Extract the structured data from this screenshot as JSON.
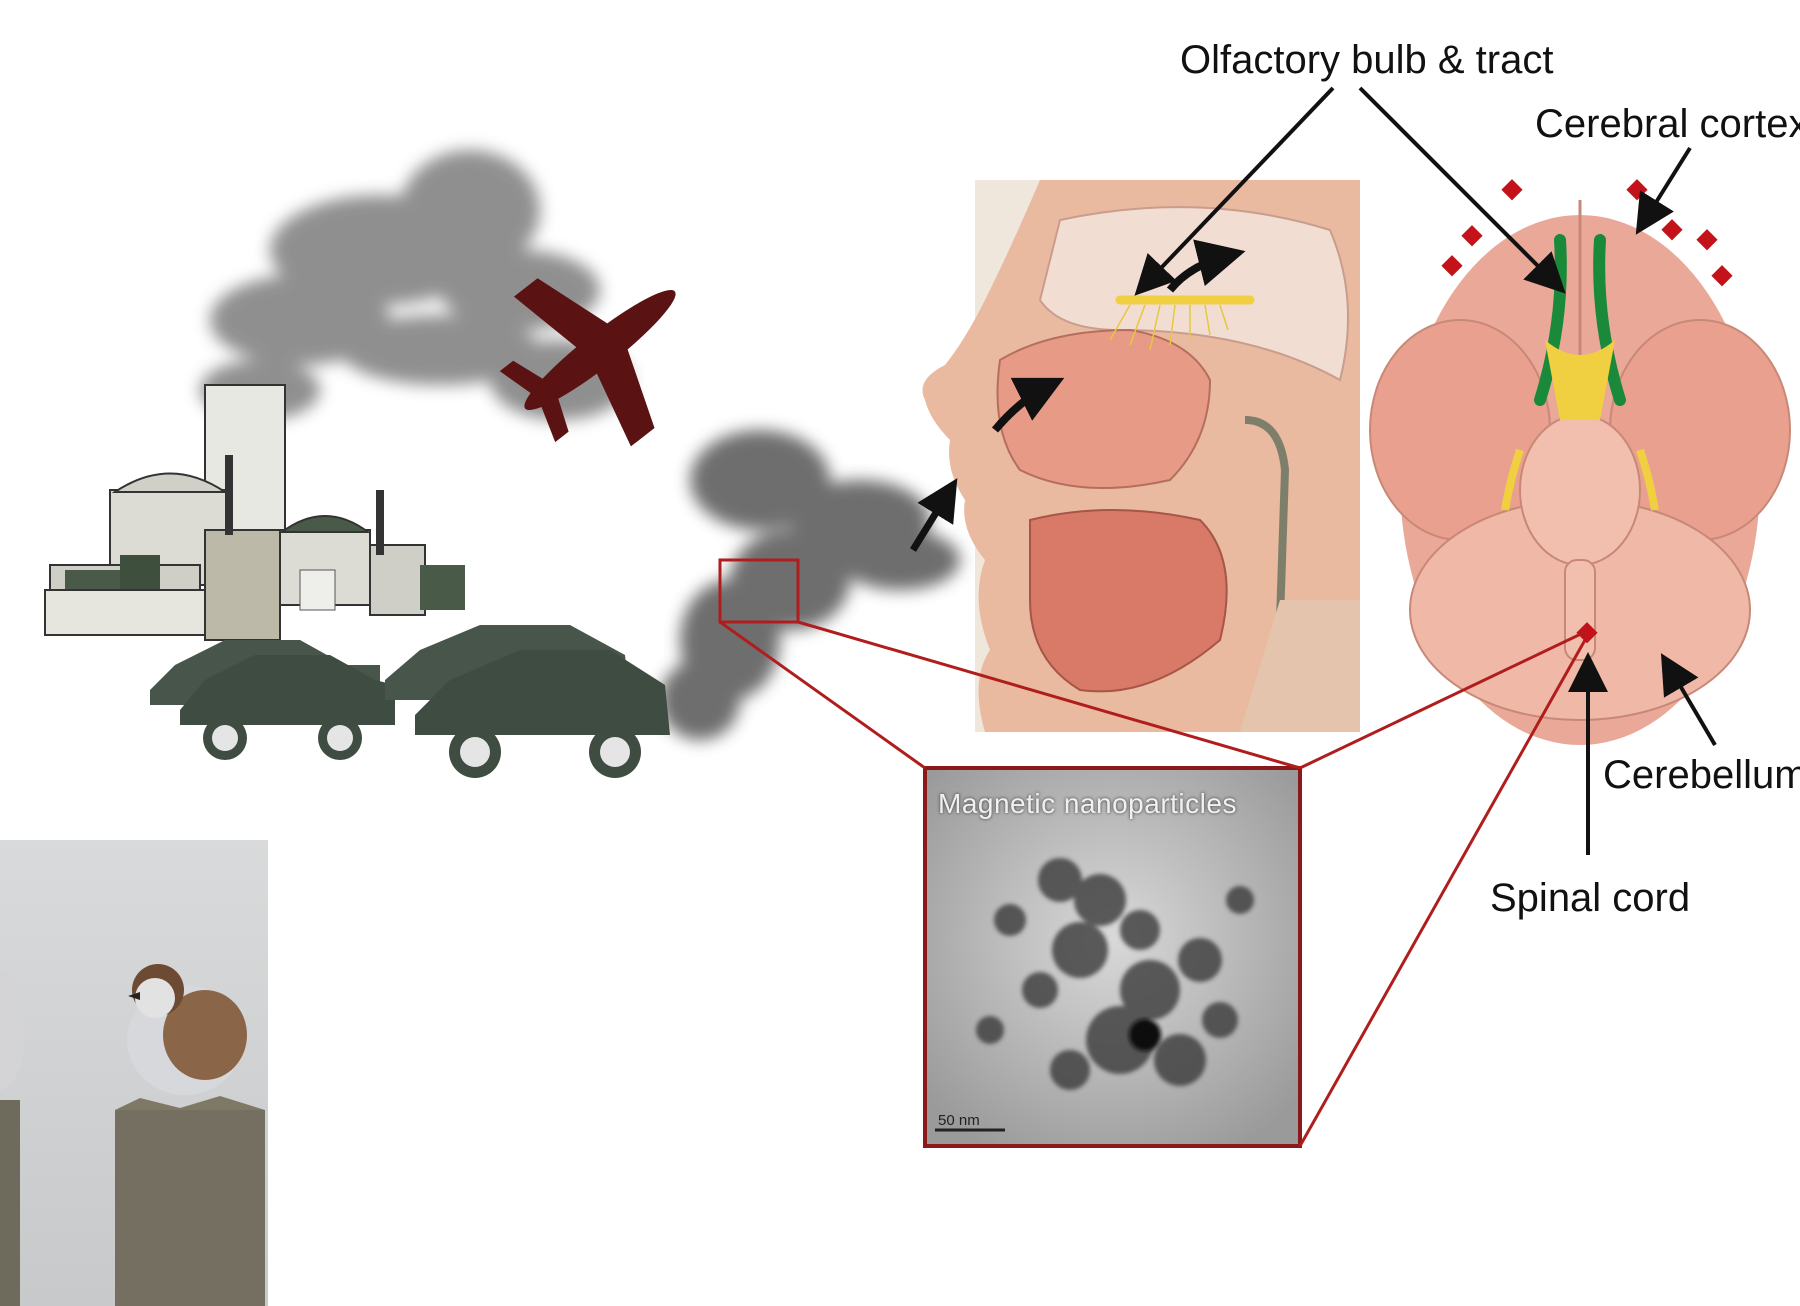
{
  "labels": {
    "olfactory": "Olfactory bulb & tract",
    "cortex": "Cerebral cortex",
    "cerebellum": "Cerebellum",
    "spinal": "Spinal cord"
  },
  "micrograph": {
    "title": "Magnetic nanoparticles",
    "scale": "50 nm"
  },
  "colors": {
    "smoke": "#6b6b6b",
    "industry": "#4a5a48",
    "plane": "#5a1212",
    "skin": "#e9b9a0",
    "brain": "#eaa898",
    "nerve": "#f0d040",
    "tract": "#1a8a3a",
    "marker": "#c4121a",
    "zoom_line": "#b01d1d"
  },
  "icons": [
    "factory-icon",
    "airplane-icon",
    "car-icon",
    "head-section-image",
    "brain-image",
    "micrograph-image",
    "sparrows-photo"
  ]
}
